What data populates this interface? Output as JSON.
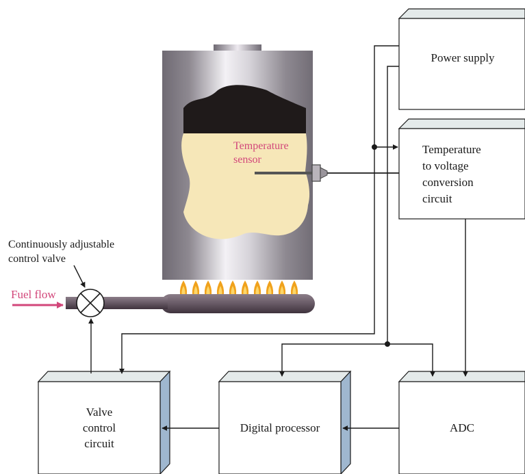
{
  "labels": {
    "power_supply": "Power supply",
    "temp_conv": [
      "Temperature",
      "to voltage",
      "conversion",
      "circuit"
    ],
    "sensor": [
      "Temperature",
      "sensor"
    ],
    "adc": "ADC",
    "digital_processor": "Digital processor",
    "valve_circuit": [
      "Valve",
      "control",
      "circuit"
    ],
    "valve_caption": [
      "Continuously adjustable",
      "control valve"
    ],
    "fuel_flow": "Fuel flow"
  },
  "colors": {
    "line": "#1a1a1a",
    "box_face": "#ffffff",
    "box_top": "#e4eaea",
    "box_side": "#9fb7cf",
    "tank_metal": "#8c8790",
    "tank_highlight": "#f1eff3",
    "liquid": "#f6e7b8",
    "cavity": "#1f1a1a",
    "pink_text": "#d2467a",
    "flame_orange": "#f0a21c",
    "flame_yellow": "#fcd66a",
    "pipe": "#5d4f5b"
  }
}
